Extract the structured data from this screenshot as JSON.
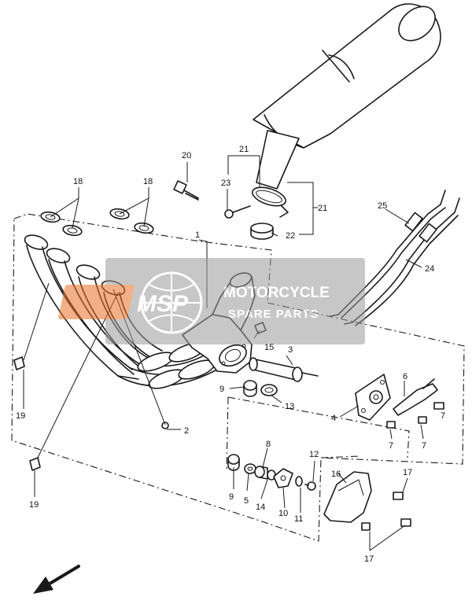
{
  "callouts": [
    "1",
    "2",
    "3",
    "4",
    "5",
    "6",
    "7",
    "7",
    "7",
    "8",
    "9",
    "9",
    "10",
    "11",
    "12",
    "13",
    "14",
    "15",
    "16",
    "17",
    "17",
    "18",
    "18",
    "19",
    "19",
    "20",
    "21",
    "21",
    "22",
    "23",
    "24",
    "25"
  ],
  "watermark": {
    "brand": "MSP",
    "line1": "MOTORCYCLE",
    "line2": "SPARE PARTS",
    "color_accent": "#e8702a",
    "color_bg": "#9a9a9a"
  },
  "colors": {
    "ink": "#1a1a1a",
    "paper": "#ffffff"
  },
  "icons": {
    "direction": "front-arrow-icon"
  }
}
